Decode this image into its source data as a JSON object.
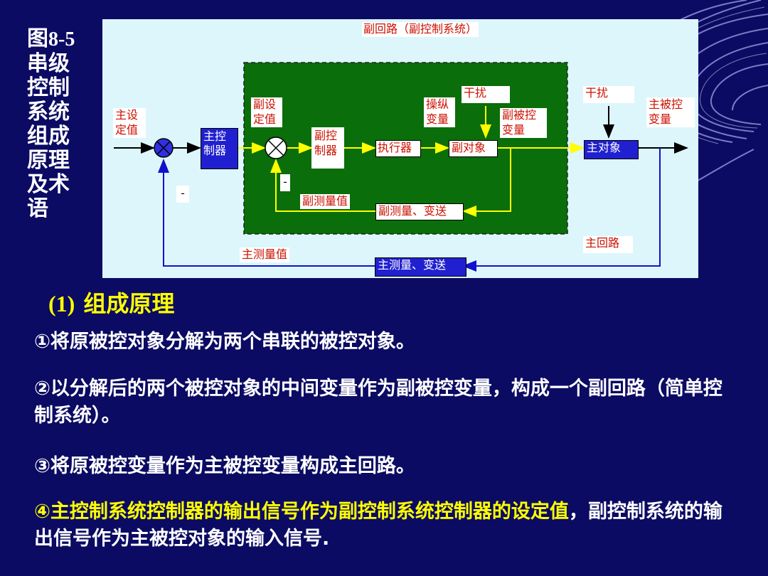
{
  "side_title": {
    "line1": "图",
    "num": "8-5",
    "rest": [
      "串级",
      "控制",
      "系统",
      "组成",
      "原理",
      "及术",
      "语"
    ]
  },
  "diagram": {
    "secondary_loop_title": "副回路（副控制系统）",
    "primary_setpoint": [
      "主设",
      "定值"
    ],
    "primary_controller": [
      "主控",
      "制器"
    ],
    "secondary_setpoint": [
      "副设",
      "定值"
    ],
    "secondary_controller": [
      "副控",
      "制器"
    ],
    "actuator": "执行器",
    "manipulated_var": [
      "操纵",
      "变量"
    ],
    "disturbance_inner": "干扰",
    "secondary_object": "副对象",
    "secondary_controlled_var": [
      "副被控",
      "变量"
    ],
    "secondary_measurement_value": "副测量值",
    "secondary_transmitter": "副测量、变送",
    "disturbance_outer": "干扰",
    "primary_controlled_var": [
      "主被控",
      "变量"
    ],
    "primary_object": "主对象",
    "primary_loop": "主回路",
    "primary_measurement_value": "主测量值",
    "primary_transmitter": "主测量、变送",
    "minus_sign": "-"
  },
  "section": {
    "number": "(1)",
    "title": "组成原理"
  },
  "points": {
    "p1": "①将原被控对象分解为两个串联的被控对象。",
    "p2": "②以分解后的两个被控对象的中间变量作为副被控变量，构成一个副回路（简单控制系统）。",
    "p3": "③将原被控变量作为主被控变量构成主回路。",
    "p4_highlight": "④主控制系统控制器的输出信号作为副控制系统控制器的设定值",
    "p4_rest": "，副控制系统的输出信号作为主被控对象的输入信号."
  },
  "colors": {
    "background": "#0b0b63",
    "diagram_bg": "#ddf6fb",
    "inner_loop_bg": "#0a6e0a",
    "highlight": "#ffff00",
    "label_red": "#cc1100",
    "blue_box": "#2020d0"
  }
}
